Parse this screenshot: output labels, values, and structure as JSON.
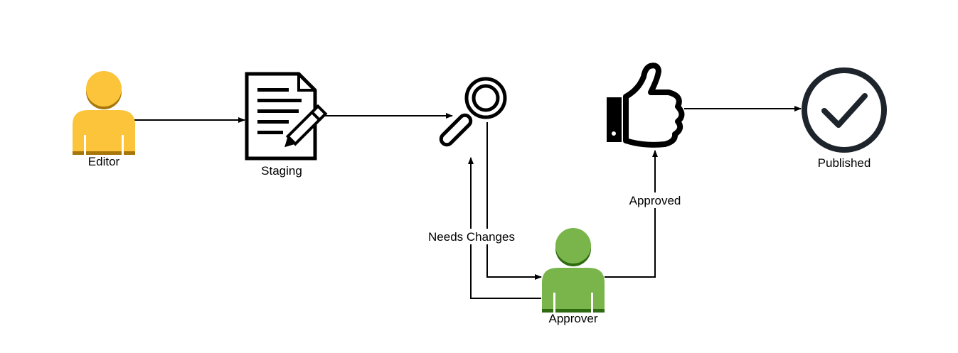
{
  "nodes": {
    "editor": {
      "label": "Editor",
      "icon": "user-icon",
      "color": "#FCC43A",
      "shade": "#A8770C"
    },
    "staging": {
      "label": "Staging",
      "icon": "document-edit-icon"
    },
    "review": {
      "label": "",
      "icon": "magnifier-icon"
    },
    "approved_step": {
      "label": "",
      "icon": "thumbs-up-icon"
    },
    "published": {
      "label": "Published",
      "icon": "check-circle-icon",
      "color": "#1E242B"
    },
    "approver": {
      "label": "Approver",
      "icon": "user-icon",
      "color": "#79B54B",
      "shade": "#2E6A0F"
    }
  },
  "edges": {
    "needs_changes": "Needs Changes",
    "approved": "Approved"
  }
}
